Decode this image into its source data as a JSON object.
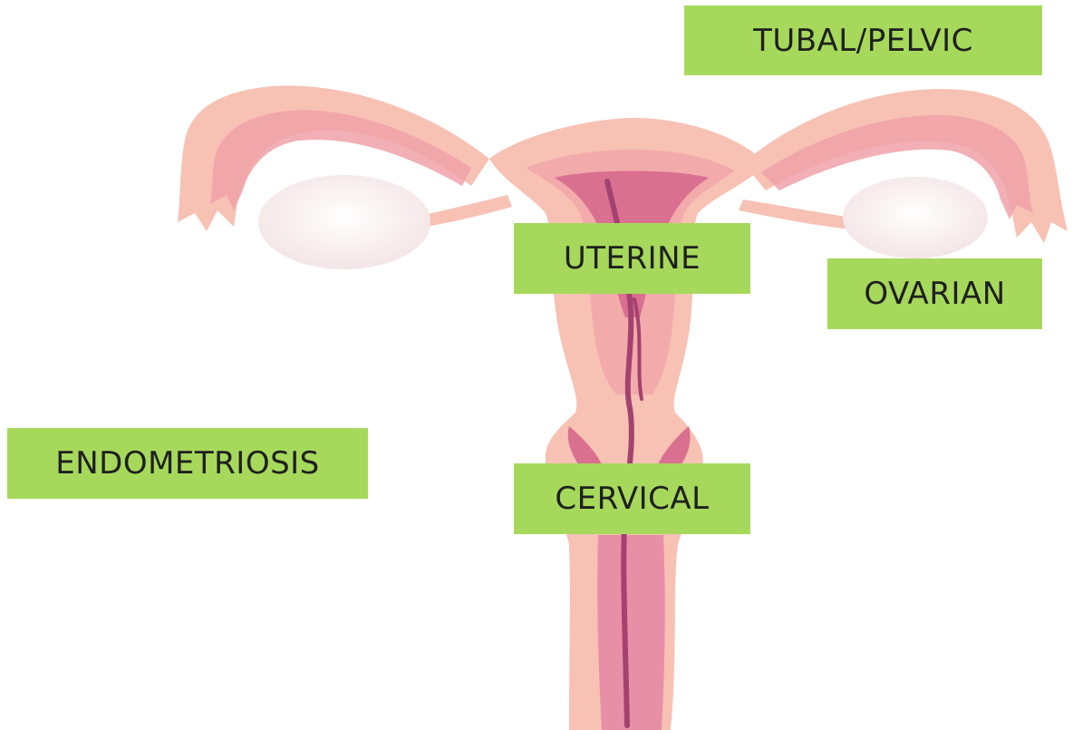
{
  "labels": {
    "tubal_pelvic": "TUBAL/PELVIC",
    "uterine": "UTERINE",
    "ovarian": "OVARIAN",
    "endometriosis": "ENDOMETRIOSIS",
    "cervical": "CERVICAL"
  },
  "colors": {
    "label_background": "#a6d95b",
    "tissue_outer": "#f7c1b4",
    "tissue_inner": "#f0a1a8",
    "cavity": "#d9708f",
    "canal": "#a4426f",
    "ovary": "#f6ecec"
  },
  "icons": [
    "uterus-illustration",
    "ovary-left",
    "ovary-right",
    "fallopian-tube-left",
    "fallopian-tube-right"
  ]
}
